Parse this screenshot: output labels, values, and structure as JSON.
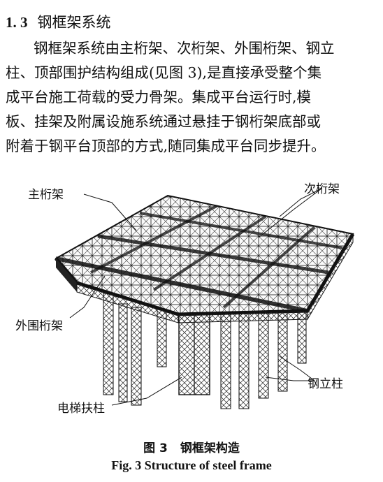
{
  "section": {
    "number": "1. 3",
    "title": "钢框架系统"
  },
  "paragraph": [
    "钢框架系统由主桁架、次桁架、外围桁架、钢立",
    "柱、顶部围护结构组成(见图 3),是直接承受整个集",
    "成平台施工荷载的受力骨架。集成平台运行时,模",
    "板、挂架及附属设施系统通过悬挂于钢桁架底部或",
    "附着于钢平台顶部的方式,随同集成平台同步提升。"
  ],
  "figure": {
    "labels": {
      "main_truss": "主桁架",
      "secondary_truss": "次桁架",
      "peripheral_truss": "外围桁架",
      "steel_column": "钢立柱",
      "elevator_column": "电梯扶柱"
    },
    "caption_cn_number": "图 3",
    "caption_cn_title": "钢框架构造",
    "caption_en": "Fig. 3 Structure of steel frame"
  }
}
